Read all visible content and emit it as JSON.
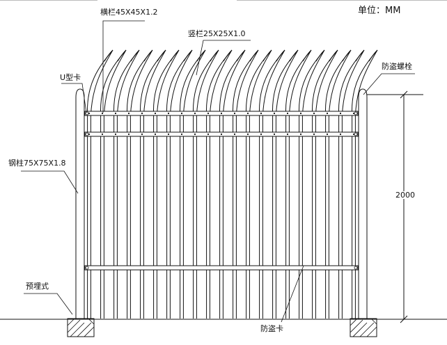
{
  "labels": {
    "unit": "单位：MM",
    "rail": "横栏45X45X1.2",
    "picket": "竖栏25X25X1.0",
    "u_clip": "U型卡",
    "anti_theft_bolt": "防盗螺栓",
    "steel_post": "钢柱75X75X1.8",
    "embedded": "预埋式",
    "anti_theft_clip": "防盗卡",
    "height_dimension": "2000"
  }
}
